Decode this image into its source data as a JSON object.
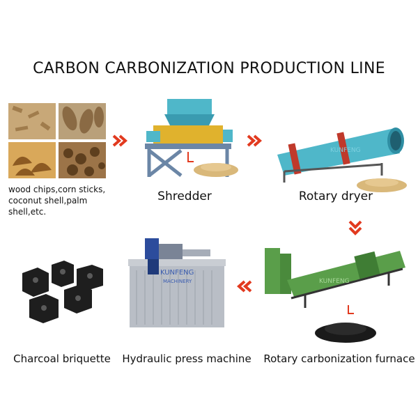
{
  "diagram": {
    "title": "CARBON CARBONIZATION PRODUCTION LINE",
    "steps": [
      {
        "label": "wood chips,corn sticks,",
        "label2": "coconut shell,palm shell,etc."
      },
      {
        "label": "Shredder"
      },
      {
        "label": "Rotary dryer"
      },
      {
        "label": "Rotary carbonization furnace"
      },
      {
        "label": "Hydraulic press machine"
      },
      {
        "label": "Charcoal briquette"
      }
    ],
    "watermark": "KUNFENG",
    "watermark_sub": "MACHINERY",
    "colors": {
      "arrow": "#e23a1f",
      "dryer": "#4fb7c9",
      "furnace": "#5a9e4a",
      "shredder_frame": "#6b86a6",
      "shredder_box": "#e0b22d"
    }
  }
}
